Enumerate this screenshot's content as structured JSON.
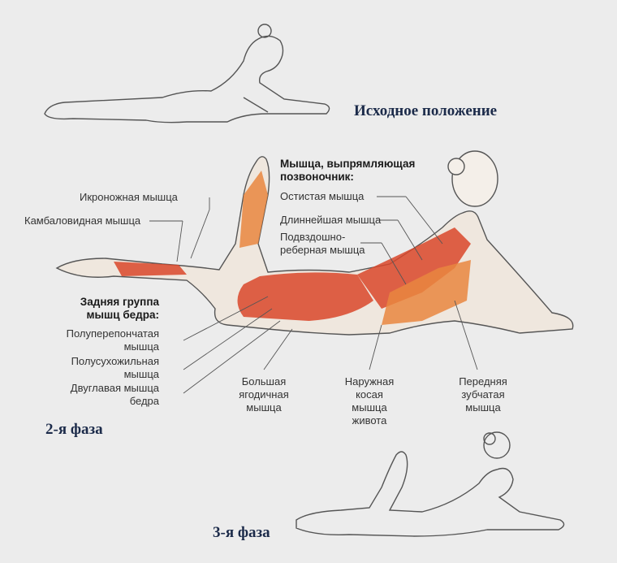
{
  "headings": {
    "start_position": "Исходное положение",
    "phase2": "2-я фаза",
    "phase3": "3-я фаза"
  },
  "labels": {
    "gastrocnemius": "Икроножная мышца",
    "soleus": "Камбаловидная мышца",
    "erector_title": [
      "Мышца, выпрямляющая",
      "позвоночник:"
    ],
    "spinalis": "Остистая мышца",
    "longissimus": "Длиннейшая мышца",
    "iliocostalis": [
      "Подвздошно-",
      "реберная мышца"
    ],
    "hamstrings_title": [
      "Задняя группа",
      "мышц бедра:"
    ],
    "semimembranosus": [
      "Полуперепончатая",
      "мышца"
    ],
    "semitendinosus": [
      "Полусухожильная",
      "мышца"
    ],
    "biceps_femoris": [
      "Двуглавая мышца",
      "бедра"
    ],
    "gluteus_maximus": [
      "Большая",
      "ягодичная",
      "мышца"
    ],
    "external_oblique": [
      "Наружная",
      "косая",
      "мышца",
      "живота"
    ],
    "serratus_anterior": [
      "Передняя",
      "зубчатая",
      "мышца"
    ]
  },
  "colors": {
    "background": "#ececec",
    "muscle": "#d9472a",
    "muscle_light": "#e9863f",
    "outline": "#555555",
    "heading": "#1c2b4a"
  }
}
